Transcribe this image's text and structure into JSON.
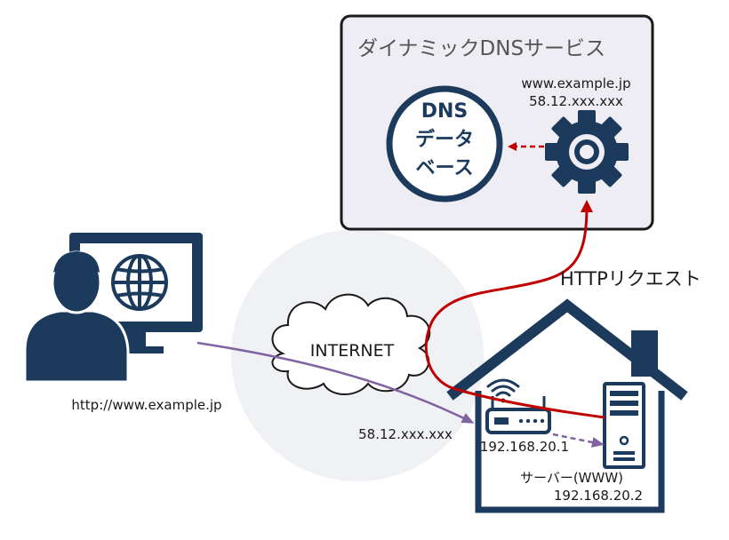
{
  "dns_service": {
    "title": "ダイナミックDNSサービス",
    "hostname": "www.example.jp",
    "ip": "58.12.xxx.xxx",
    "db_line1": "DNS",
    "db_line2": "データ",
    "db_line3": "ベース"
  },
  "http_request_label": "HTTPリクエスト",
  "internet_label": "INTERNET",
  "client_url": "http://www.example.jp",
  "router_public_ip": "58.12.xxx.xxx",
  "router_local_ip": "192.168.20.1",
  "server_label": "サーバー(WWW)",
  "server_ip": "192.168.20.2",
  "colors": {
    "navy": "#1b3a5c",
    "red": "#c00000",
    "purple": "#8064a2",
    "panel": "#eeedf3",
    "globe_bg": "#f0f1f5"
  },
  "icons": [
    "gear-icon",
    "globe-icon",
    "person-icon",
    "monitor-icon",
    "cloud-icon",
    "house-icon",
    "router-icon",
    "wifi-icon",
    "server-icon"
  ]
}
